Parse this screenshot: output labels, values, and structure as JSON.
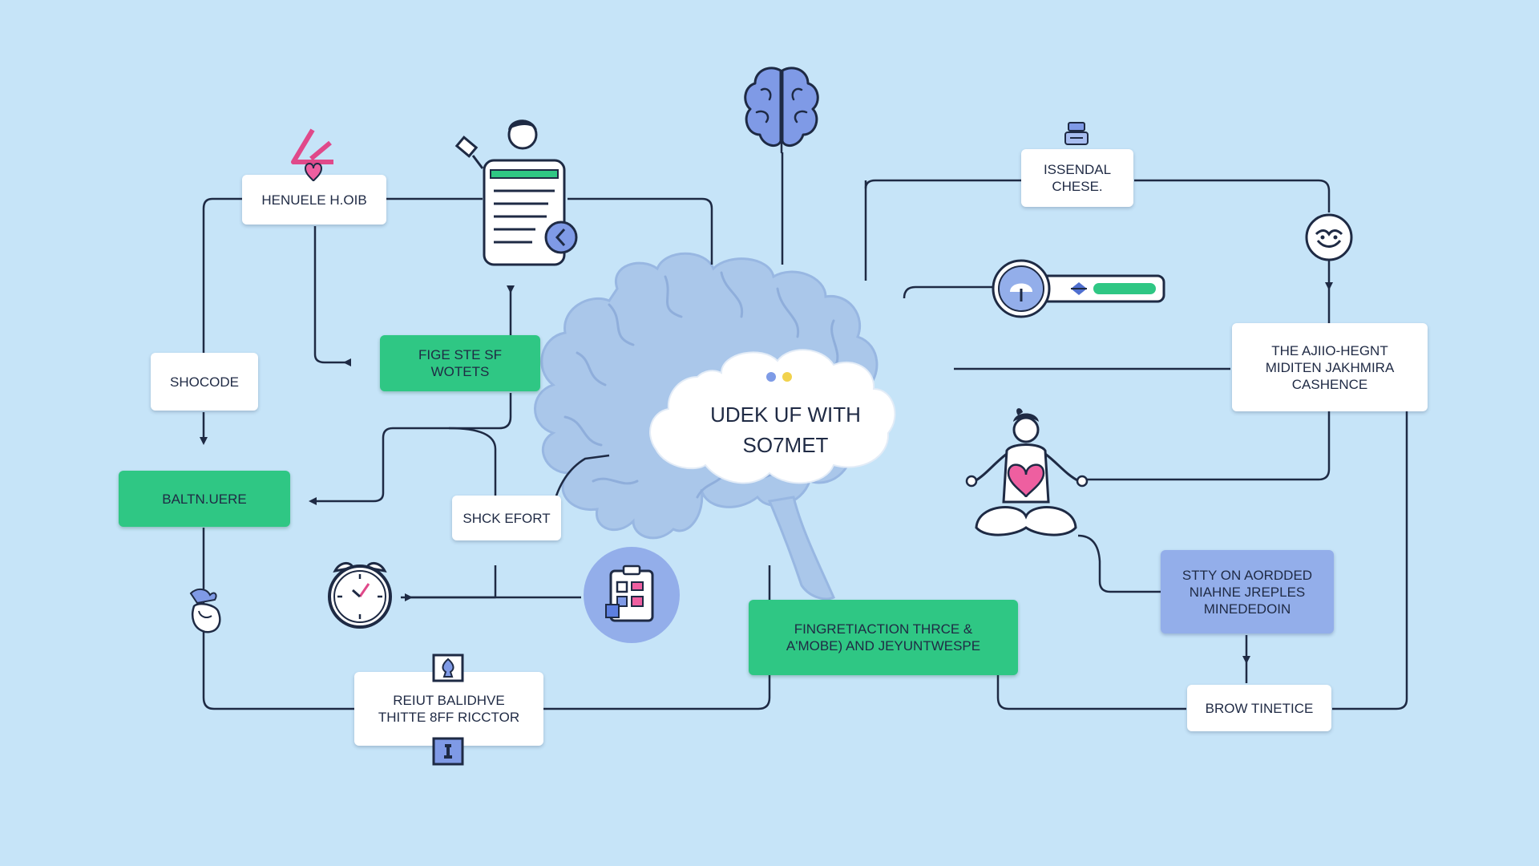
{
  "diagram": {
    "center_label": "UDEK UF WITH\nSO7MET",
    "nodes": {
      "heart_box": "HENUELE H.OIB",
      "shocode": "SHOCODE",
      "green_top": "FIGE STE SF WOTETS",
      "green_left": "BALTN.UERE",
      "shck_efort": "SHCK EFORT",
      "reiut": "REIUT BALIDHVE\nTHITTE 8FF RICCTOR",
      "green_bottom": "FINGRETIACTION THRCE &\nA'MOBE) AND JEYUNTWESPE",
      "issendal": "ISSENDAL\nCHESE.",
      "right_box": "THE AJIIO-HEGNT\nMIDITEN JAKHMIRA\nCASHENCE",
      "blue_box": "STTY ON AORDDED\nNIAHNE JREPLES\nMINEDEDOIN",
      "brow": "BROW TINETICE"
    }
  },
  "colors": {
    "background": "#c6e4f8",
    "green": "#2fc784",
    "blue_box": "#93aeea",
    "line": "#1e2a44",
    "brain": "#a9c6ea",
    "pink": "#ee5fa0",
    "icon_blue": "#7f9ae6"
  },
  "icons": [
    "brain-icon",
    "doctor-clipboard-icon",
    "heart-pencil-icon",
    "server-icon",
    "smiley-icon",
    "mindfulness-slider-icon",
    "meditation-person-icon",
    "alarm-clock-icon",
    "medicine-board-icon",
    "hand-icon",
    "puzzle-icon",
    "chess-icon"
  ]
}
